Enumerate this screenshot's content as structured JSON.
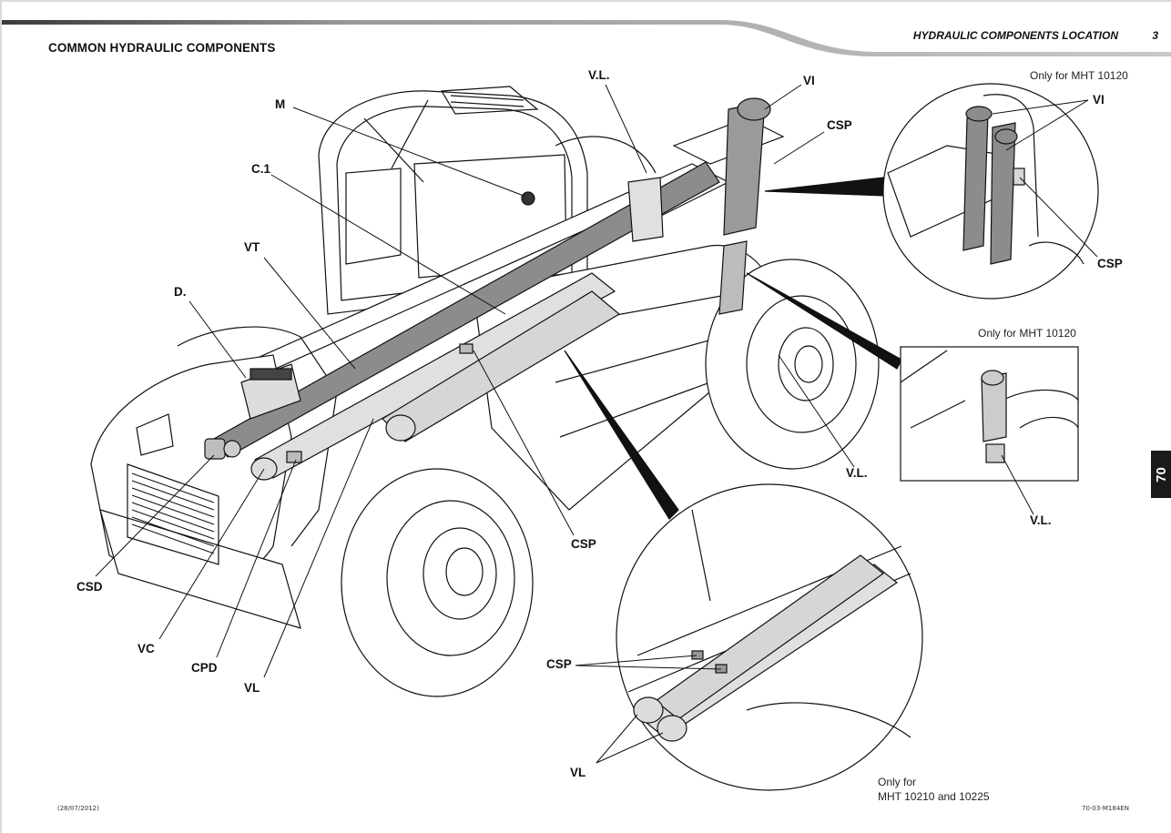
{
  "header": {
    "section_title": "COMMON HYDRAULIC COMPONENTS",
    "running_head": "HYDRAULIC COMPONENTS LOCATION",
    "page_number": "3"
  },
  "chapter_tab": "70",
  "callouts": {
    "m": "M",
    "c1": "C.1",
    "vt": "VT",
    "d": "D.",
    "csd": "CSD",
    "vc": "VC",
    "cpd": "CPD",
    "vl_main": "VL",
    "csp_main": "CSP",
    "vl_top": "V.L.",
    "vi_top": "VI",
    "csp_top": "CSP",
    "vl_right": "V.L.",
    "inset1_vi": "VI",
    "inset1_csp": "CSP",
    "inset2_vl": "V.L.",
    "inset3_csp": "CSP",
    "inset3_vl": "VL"
  },
  "notes": {
    "inset1": "Only for MHT 10120",
    "inset2": "Only for MHT 10120",
    "inset3_line1": "Only for",
    "inset3_line2": "MHT 10210 and 10225"
  },
  "footer": {
    "date": "(28/07/2012)",
    "doc_code": "70-03-M184EN"
  },
  "colors": {
    "cylinder_dark": "#8c8c8c",
    "cylinder_light": "#dcdcdc",
    "tab_bg": "#1a1a1a"
  }
}
